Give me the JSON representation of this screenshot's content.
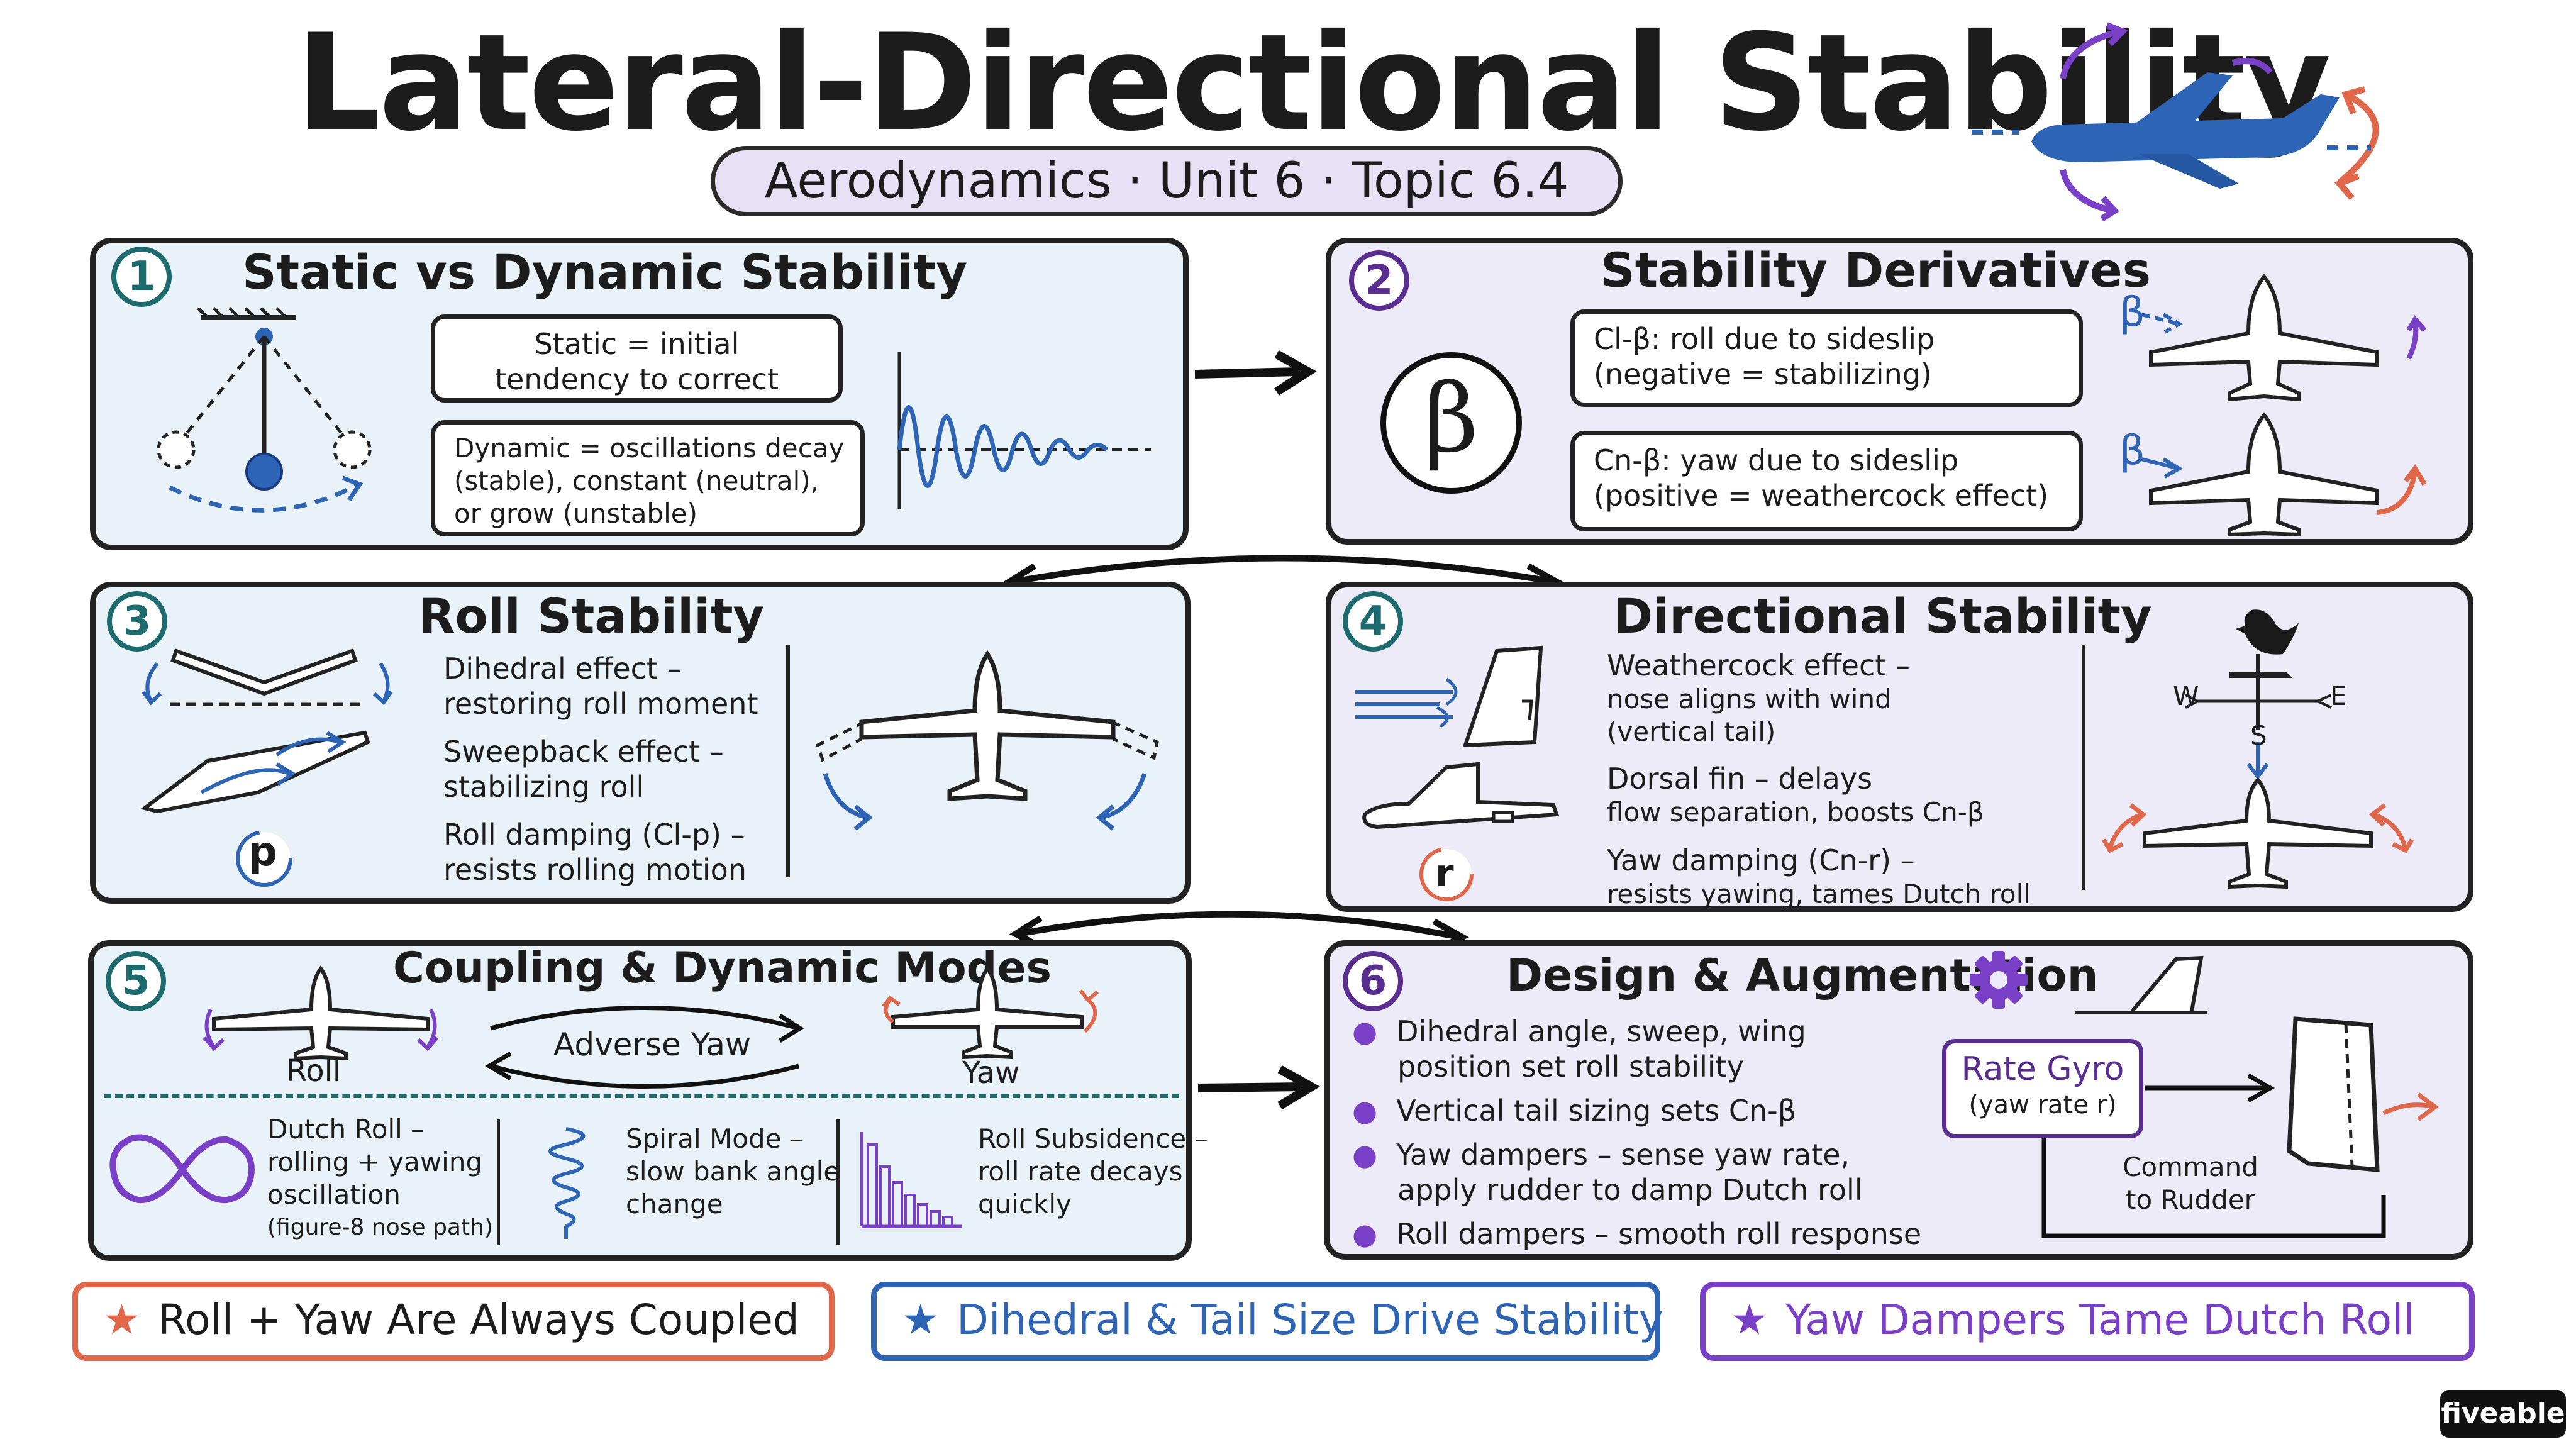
{
  "header": {
    "title": "Lateral-Directional Stability",
    "subtitle": "Aerodynamics · Unit 6 · Topic 6.4"
  },
  "panels": [
    {
      "number": "1",
      "title": "Static vs Dynamic Stability",
      "static_box": [
        "Static = initial",
        "tendency to correct"
      ],
      "dynamic_box": [
        "Dynamic = oscillations decay",
        "(stable), constant (neutral),",
        "or grow (unstable)"
      ]
    },
    {
      "number": "2",
      "title": "Stability Derivatives",
      "symbol": "β",
      "clb_box": [
        "Cl-β: roll due to sideslip",
        "(negative = stabilizing)"
      ],
      "cnb_box": [
        "Cn-β: yaw due to sideslip",
        "(positive = weathercock effect)"
      ],
      "beta_label_1": "β",
      "beta_label_2": "β"
    },
    {
      "number": "3",
      "title": "Roll Stability",
      "items": [
        [
          "Dihedral effect –",
          "restoring roll moment"
        ],
        [
          "Sweepback effect –",
          "stabilizing roll"
        ],
        [
          "Roll damping (Cl-p) –",
          "resists rolling motion"
        ]
      ],
      "p_label": "p"
    },
    {
      "number": "4",
      "title": "Directional Stability",
      "items": [
        [
          "Weathercock effect –",
          "nose aligns with wind",
          "(vertical tail)"
        ],
        [
          "Dorsal fin – delays",
          "flow separation, boosts Cn-β"
        ],
        [
          "Yaw damping (Cn-r) –",
          "resists yawing, tames Dutch roll"
        ]
      ],
      "r_label": "r",
      "compass": {
        "w": "W",
        "e": "E",
        "s": "S"
      }
    },
    {
      "number": "5",
      "title": "Coupling & Dynamic Modes",
      "roll_label": "Roll",
      "yaw_label": "Yaw",
      "adverse_yaw": "Adverse Yaw",
      "modes": [
        [
          "Dutch Roll –",
          "rolling + yawing",
          "oscillation",
          "(figure-8 nose path)"
        ],
        [
          "Spiral Mode –",
          "slow bank angle",
          "change"
        ],
        [
          "Roll Subsidence –",
          "roll rate decays",
          "quickly"
        ]
      ]
    },
    {
      "number": "6",
      "title": "Design & Augmentation",
      "bullets": [
        [
          "Dihedral angle, sweep, wing",
          "position set roll stability"
        ],
        [
          "Vertical tail sizing sets Cn-β"
        ],
        [
          "Yaw dampers – sense yaw rate,",
          "apply rudder to damp Dutch roll"
        ],
        [
          "Roll dampers – smooth roll response"
        ]
      ],
      "gyro": [
        "Rate Gyro",
        "(yaw rate r)"
      ],
      "command": [
        "Command",
        "to Rudder"
      ]
    }
  ],
  "takeaways": [
    {
      "text": "Roll + Yaw Are Always Coupled",
      "color": "#e0674a"
    },
    {
      "text": "Dihedral & Tail Size Drive Stability",
      "color": "#2e64b5"
    },
    {
      "text": "Yaw Dampers Tame Dutch Roll",
      "color": "#7a3fc7"
    }
  ],
  "brand": "fiveable",
  "colors": {
    "blue_panel": "#e8f2f8",
    "lavender_panel": "#ecebf7",
    "accent_blue": "#2e64b5",
    "accent_orange": "#e0674a",
    "accent_purple": "#7a3fc7",
    "teal": "#1d6b6e"
  }
}
